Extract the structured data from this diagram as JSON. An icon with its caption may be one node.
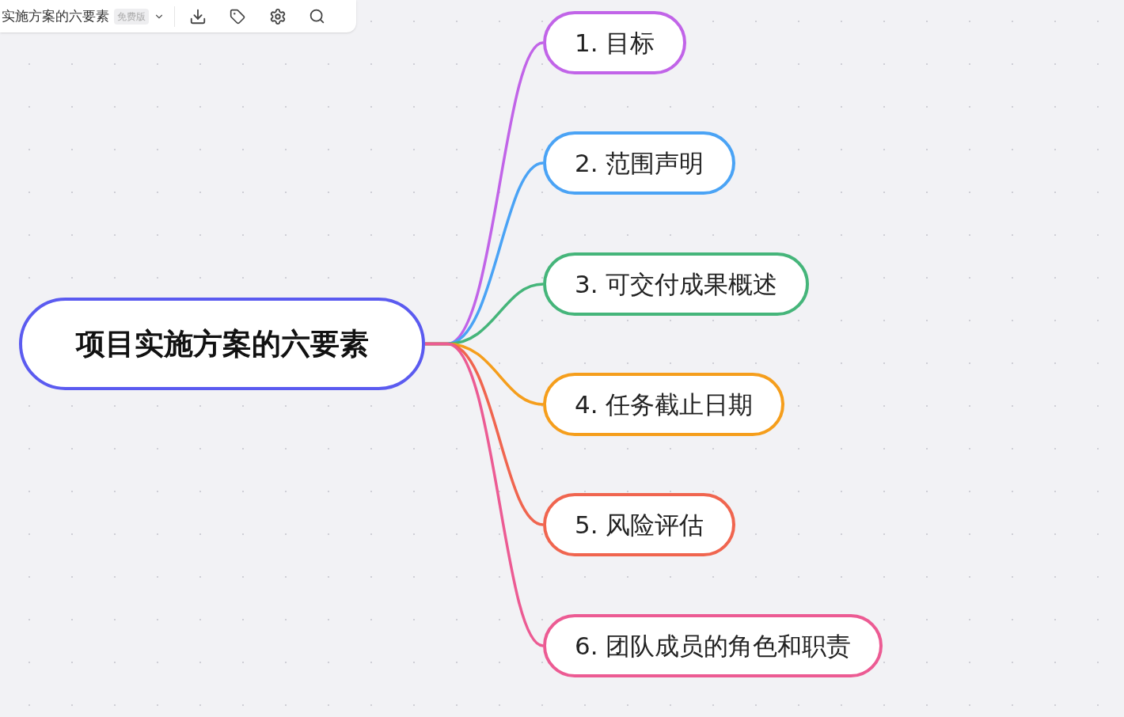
{
  "diagram": {
    "nodes": [
      {
        "text": [
          "项目实施方案的六要素"
        ]
      },
      {
        "text": [
          "1. 目标"
        ]
      },
      {
        "text": [
          "2. 范围声明"
        ]
      },
      {
        "text": [
          "3. 可交付成果概述"
        ]
      },
      {
        "text": [
          "4. 任务截止日期"
        ]
      },
      {
        "text": [
          "5. 风险评估"
        ]
      },
      {
        "text": [
          "6. 团队成员的角色和职责"
        ]
      }
    ],
    "edges": [
      {
        "from": 0,
        "to": 1,
        "arrow": "none",
        "color": "#c164e8"
      },
      {
        "from": 0,
        "to": 2,
        "arrow": "none",
        "color": "#4aa3f5"
      },
      {
        "from": 0,
        "to": 3,
        "arrow": "none",
        "color": "#45b57a"
      },
      {
        "from": 0,
        "to": 4,
        "arrow": "none",
        "color": "#f59e1c"
      },
      {
        "from": 0,
        "to": 5,
        "arrow": "none",
        "color": "#f0654f"
      },
      {
        "from": 0,
        "to": 6,
        "arrow": "none",
        "color": "#ec5b93"
      }
    ],
    "labels": [
      "实施方案的六要素",
      "免费版"
    ]
  }
}
